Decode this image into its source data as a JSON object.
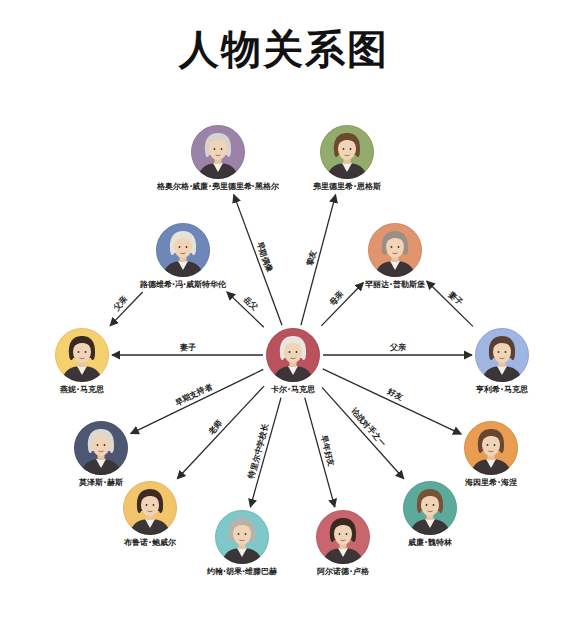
{
  "diagram": {
    "title": "人物关系图",
    "nodes": [
      {
        "text": [
          "格奥尔格·威廉·弗里德里希·黑格尔"
        ]
      },
      {
        "text": [
          "弗里德里希·恩格斯"
        ]
      },
      {
        "text": [
          "路德维希·冯·威斯特华伦"
        ]
      },
      {
        "text": [
          "罕丽达·普勒斯堡"
        ]
      },
      {
        "text": [
          "燕妮·马克思"
        ]
      },
      {
        "text": [
          "卡尔·马克思"
        ]
      },
      {
        "text": [
          "亨利希·马克思"
        ]
      },
      {
        "text": [
          "莫泽斯·赫斯"
        ]
      },
      {
        "text": [
          "海因里希·海涅"
        ]
      },
      {
        "text": [
          "布鲁诺·鲍威尔"
        ]
      },
      {
        "text": [
          "约翰·胡果·维滕巴赫"
        ]
      },
      {
        "text": [
          "阿尔诺德·卢格"
        ]
      },
      {
        "text": [
          "威廉·魏特林"
        ]
      }
    ],
    "edges": [
      {
        "from": 5,
        "to": 0,
        "label": "早期偶像",
        "arrow": "to"
      },
      {
        "from": 5,
        "to": 1,
        "label": "挚友",
        "arrow": "to"
      },
      {
        "from": 5,
        "to": 2,
        "label": "岳父",
        "arrow": "to"
      },
      {
        "from": 5,
        "to": 3,
        "label": "母亲",
        "arrow": "to"
      },
      {
        "from": 5,
        "to": 4,
        "label": "妻子",
        "arrow": "to"
      },
      {
        "from": 5,
        "to": 6,
        "label": "父亲",
        "arrow": "to"
      },
      {
        "from": 5,
        "to": 7,
        "label": "早期支持者",
        "arrow": "to"
      },
      {
        "from": 5,
        "to": 8,
        "label": "好友",
        "arrow": "to"
      },
      {
        "from": 5,
        "to": 9,
        "label": "老师",
        "arrow": "to"
      },
      {
        "from": 5,
        "to": 10,
        "label": "特里尔中学校长",
        "arrow": "to"
      },
      {
        "from": 5,
        "to": 11,
        "label": "早年好友",
        "arrow": "to"
      },
      {
        "from": 5,
        "to": 12,
        "label": "论战对手之一",
        "arrow": "to"
      },
      {
        "from": 2,
        "to": 4,
        "label": "父亲",
        "arrow": "to"
      },
      {
        "from": 6,
        "to": 3,
        "label": "妻子",
        "arrow": "to"
      }
    ]
  }
}
